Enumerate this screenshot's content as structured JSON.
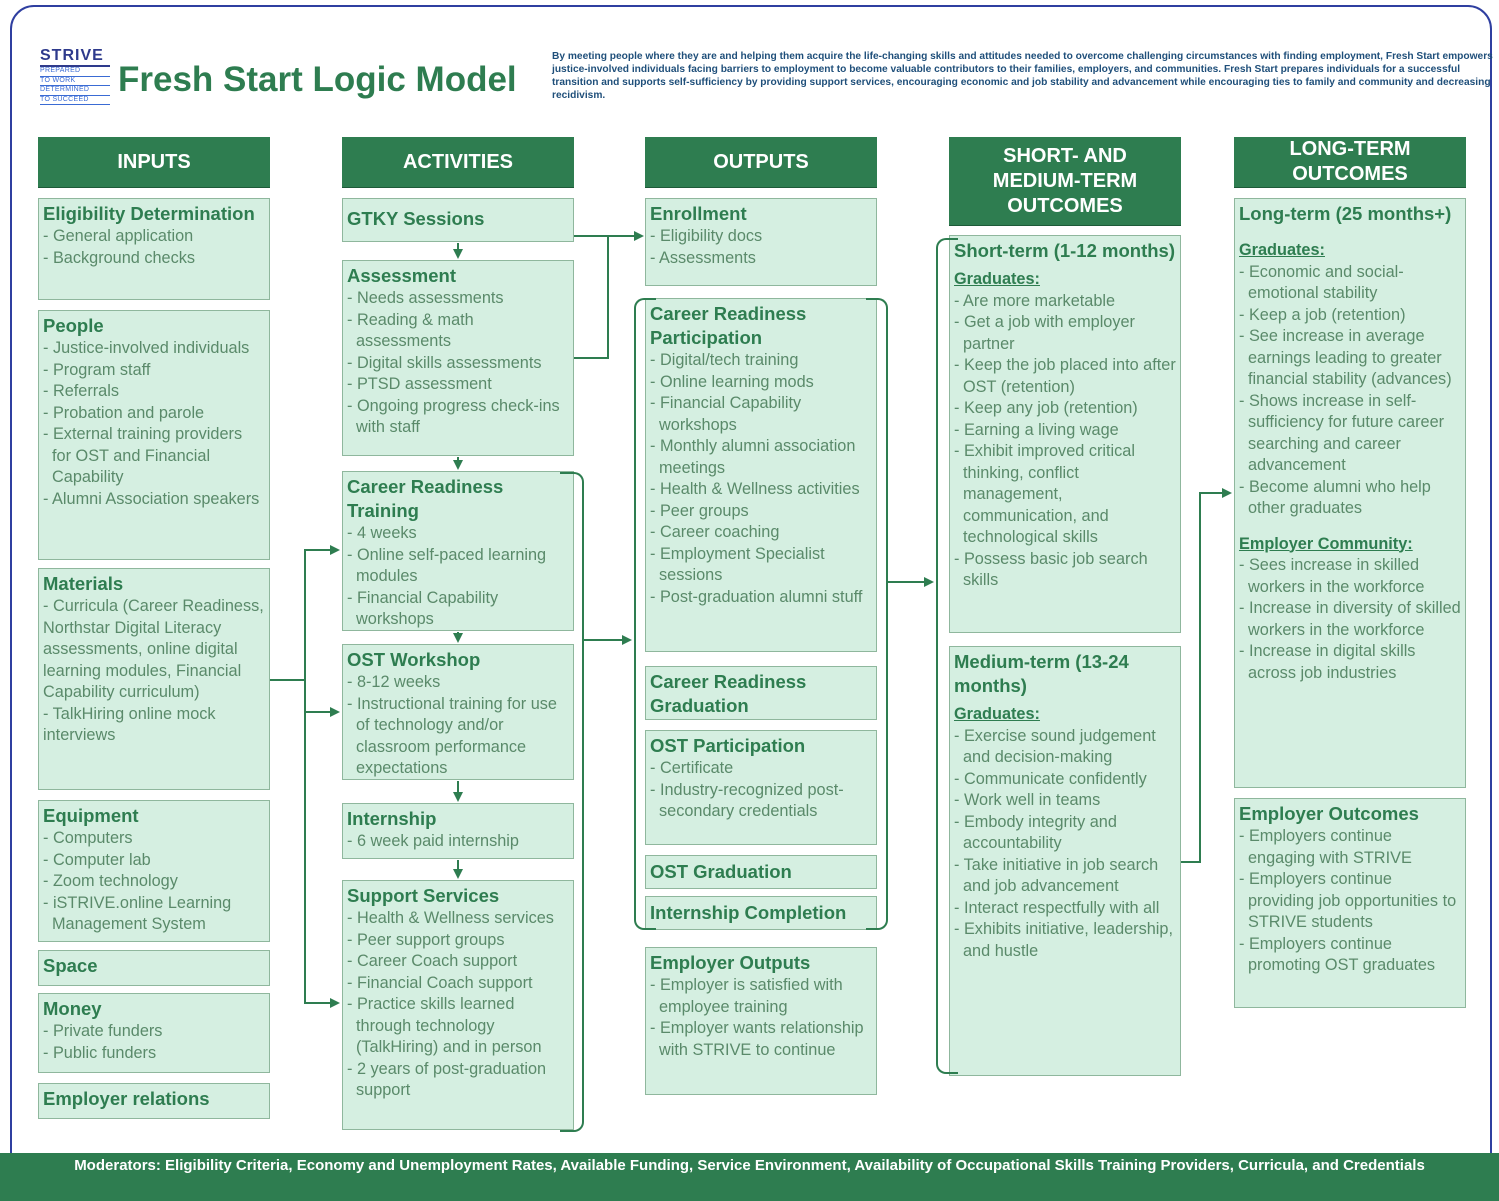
{
  "logo": {
    "name": "STRIVE",
    "tagline_lines": [
      "PREPARED",
      "TO WORK",
      "DETERMINED",
      "TO SUCCEED"
    ]
  },
  "title": "Fresh Start Logic Model",
  "intro": "By meeting people where they are and  helping them acquire the life-changing skills and attitudes needed to overcome challenging circumstances with finding employment, Fresh Start empowers justice-involved individuals facing barriers to employment to become valuable contributors to their families, employers, and communities. Fresh Start prepares individuals for a successful transition and supports self-sufficiency by providing support services, encouraging economic and job stability and advancement while encouraging ties to family and community and decreasing recidivism.",
  "headers": {
    "inputs": "INPUTS",
    "activities": "ACTIVITIES",
    "outputs": "OUTPUTS",
    "short_medium": "SHORT- AND MEDIUM-TERM OUTCOMES",
    "long_term": "LONG-TERM OUTCOMES"
  },
  "inputs": [
    {
      "title": "Eligibility Determination",
      "items": [
        "- General application",
        "- Background checks"
      ]
    },
    {
      "title": "People",
      "items": [
        "- Justice-involved individuals",
        "- Program staff",
        "- Referrals",
        "- Probation and parole",
        "- External training providers for OST and Financial Capability",
        "- Alumni Association speakers"
      ]
    },
    {
      "title": "Materials",
      "items": [
        "- Curricula (Career Readiness, Northstar Digital Literacy assessments, online digital learning modules, Financial Capability curriculum)",
        "- TalkHiring online mock interviews"
      ]
    },
    {
      "title": "Equipment",
      "items": [
        "- Computers",
        "- Computer lab",
        "- Zoom technology",
        "- iSTRIVE.online Learning Management System"
      ]
    },
    {
      "title": "Space",
      "items": []
    },
    {
      "title": "Money",
      "items": [
        "- Private funders",
        "- Public funders"
      ]
    },
    {
      "title": "Employer relations",
      "items": []
    }
  ],
  "activities": [
    {
      "title": "GTKY Sessions",
      "items": []
    },
    {
      "title": "Assessment",
      "items": [
        "- Needs assessments",
        "- Reading & math assessments",
        "- Digital skills assessments",
        "- PTSD assessment",
        "- Ongoing progress check-ins with staff"
      ]
    },
    {
      "title": "Career Readiness Training",
      "items": [
        "- 4 weeks",
        "- Online self-paced learning modules",
        "- Financial Capability workshops"
      ]
    },
    {
      "title": "OST Workshop",
      "items": [
        "- 8-12 weeks",
        "- Instructional training for use of technology and/or classroom performance expectations"
      ]
    },
    {
      "title": "Internship",
      "items": [
        "- 6 week paid internship"
      ]
    },
    {
      "title": "Support Services",
      "items": [
        "- Health & Wellness services",
        "- Peer support groups",
        "- Career Coach support",
        "- Financial Coach support",
        "- Practice skills learned through technology (TalkHiring) and in person",
        "- 2 years of post-graduation support"
      ]
    }
  ],
  "outputs": [
    {
      "title": "Enrollment",
      "items": [
        "- Eligibility docs",
        "- Assessments"
      ]
    },
    {
      "title": "Career Readiness Participation",
      "items": [
        "- Digital/tech training",
        "- Online learning mods",
        "- Financial Capability workshops",
        "- Monthly alumni association meetings",
        "- Health & Wellness activities",
        "- Peer groups",
        "- Career coaching",
        "- Employment Specialist sessions",
        "- Post-graduation alumni stuff"
      ]
    },
    {
      "title": "Career Readiness Graduation",
      "items": []
    },
    {
      "title": "OST Participation",
      "items": [
        "- Certificate",
        "- Industry-recognized post-secondary credentials"
      ]
    },
    {
      "title": "OST Graduation",
      "items": []
    },
    {
      "title": "Internship Completion",
      "items": []
    },
    {
      "title": "Employer Outputs",
      "items": [
        "- Employer is satisfied with employee training",
        "- Employer wants relationship with STRIVE to continue"
      ]
    }
  ],
  "short_term": {
    "title": "Short-term (1-12 months)",
    "subhead": "Graduates:",
    "items": [
      "- Are more marketable",
      "- Get a job with employer partner",
      "- Keep the job placed into after OST (retention)",
      "- Keep any job (retention)",
      "- Earning a living wage",
      "- Exhibit improved critical thinking, conflict management, communication, and technological skills",
      "- Possess basic job search skills"
    ]
  },
  "medium_term": {
    "title": "Medium-term (13-24 months)",
    "subhead": "Graduates:",
    "items": [
      "- Exercise sound judgement and decision-making",
      "- Communicate confidently",
      "- Work well in teams",
      "- Embody integrity and accountability",
      "- Take initiative in job search and job advancement",
      "- Interact respectfully with all",
      "- Exhibits initiative, leadership, and hustle"
    ]
  },
  "long_term": {
    "title": "Long-term (25 months+)",
    "subhead_grad": "Graduates:",
    "grad_items": [
      "- Economic and social-emotional stability",
      "- Keep a job (retention)",
      "- See increase in average earnings leading to greater financial stability (advances)",
      "- Shows increase in self-sufficiency for future career searching and career advancement",
      "- Become alumni who help other graduates"
    ],
    "subhead_emp": "Employer Community:",
    "emp_items": [
      "- Sees increase in skilled workers in the workforce",
      "- Increase in diversity of skilled workers in the workforce",
      "- Increase in digital skills across job industries"
    ]
  },
  "employer_outcomes": {
    "title": "Employer Outcomes",
    "items": [
      "- Employers continue engaging with STRIVE",
      "- Employers continue providing job opportunities to STRIVE students",
      "- Employers continue promoting OST graduates"
    ]
  },
  "footer": {
    "label": "Moderators:",
    "text": " Eligibility Criteria, Economy and Unemployment Rates, Available Funding, Service Environment, Availability of Occupational Skills Training Providers, Curricula, and Credentials"
  },
  "colors": {
    "green": "#2e7d50",
    "box_fill": "#d5efe1",
    "text_muted": "#5a8a6a",
    "intro_blue": "#1f4f7a",
    "frame": "#2f3fa0"
  }
}
